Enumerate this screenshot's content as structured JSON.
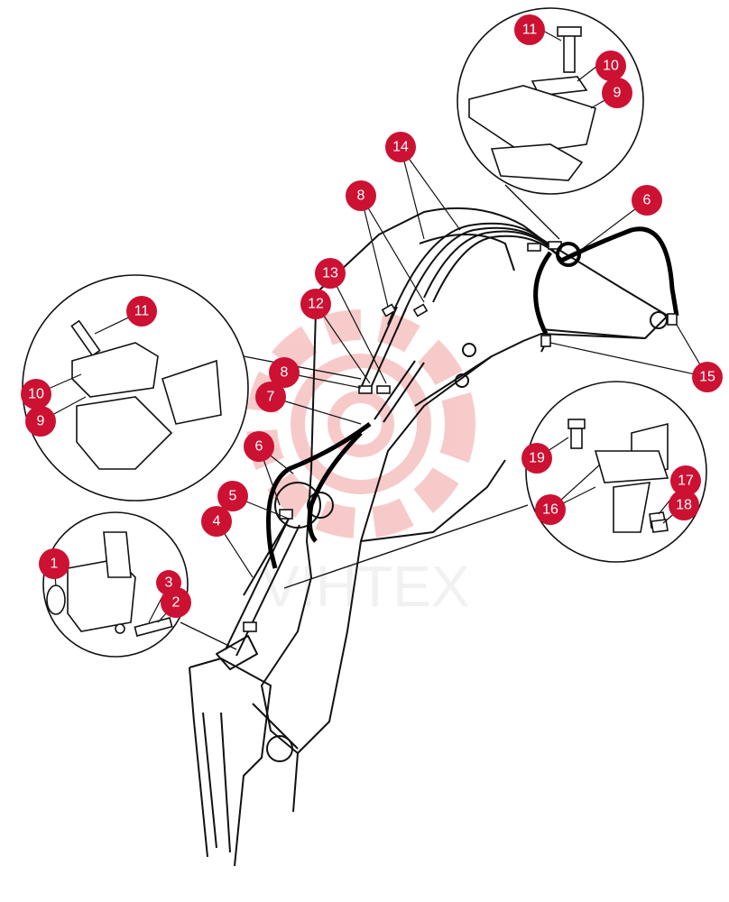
{
  "title": "",
  "watermark": {
    "text": "VIHTEX",
    "color": "#f2a0a0"
  },
  "colors": {
    "callout": "#cc1133",
    "callout_text": "#ffffff",
    "line": "#111111",
    "hose": "#000000"
  },
  "callouts": [
    {
      "label": "1"
    },
    {
      "label": "2"
    },
    {
      "label": "3"
    },
    {
      "label": "4"
    },
    {
      "label": "5"
    },
    {
      "label": "6"
    },
    {
      "label": "6"
    },
    {
      "label": "7"
    },
    {
      "label": "8"
    },
    {
      "label": "8"
    },
    {
      "label": "9"
    },
    {
      "label": "9"
    },
    {
      "label": "10"
    },
    {
      "label": "10"
    },
    {
      "label": "11"
    },
    {
      "label": "11"
    },
    {
      "label": "12"
    },
    {
      "label": "13"
    },
    {
      "label": "14"
    },
    {
      "label": "15"
    },
    {
      "label": "16"
    },
    {
      "label": "17"
    },
    {
      "label": "18"
    },
    {
      "label": "19"
    }
  ],
  "detail_views": [
    {
      "name": "top-right-clamp-detail"
    },
    {
      "name": "left-clamp-detail"
    },
    {
      "name": "bottom-left-fitting-detail"
    },
    {
      "name": "right-bracket-detail"
    }
  ]
}
